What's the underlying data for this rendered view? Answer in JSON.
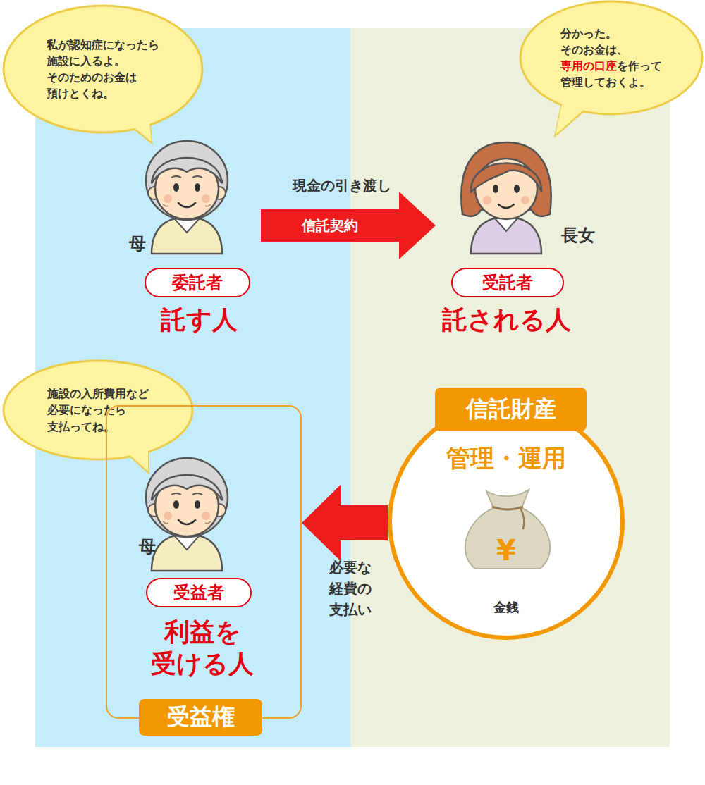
{
  "diagram": {
    "nodes": [
      {
        "text": [
          "私が認知症になったら 施設に入るよ。 そのためのお金は 預けとくね。"
        ]
      },
      {
        "text": [
          "分かった。 そのお金は、",
          "専用の口座",
          "を作って 管理しておくよ。"
        ]
      },
      {
        "text": [
          "母",
          "託す人"
        ]
      },
      {
        "text": [
          "委託者"
        ],
        "in": 2
      },
      {
        "text": [
          "長女",
          "託される人"
        ]
      },
      {
        "text": [
          "受託者"
        ],
        "in": 4
      },
      {
        "text": [
          "施設の入所費用など 必要になったら 支払ってね。"
        ]
      },
      {
        "text": [
          "母",
          "利益を 受ける人"
        ]
      },
      {
        "text": [
          "受益者"
        ],
        "in": 7
      },
      {
        "text": [
          "受益権"
        ],
        "in": 7
      },
      {
        "text": [
          "管理・運用",
          "金銭"
        ]
      },
      {
        "text": [
          "信託財産"
        ],
        "in": 10
      }
    ],
    "edges": [
      {
        "from": 2,
        "to": 4,
        "arrow": "to",
        "label": "信託契約"
      },
      {
        "from": 10,
        "to": 7,
        "arrow": "to",
        "label": "必要な 経費の 支払い"
      }
    ],
    "labels": [
      "現金の引き渡し",
      "¥"
    ]
  }
}
